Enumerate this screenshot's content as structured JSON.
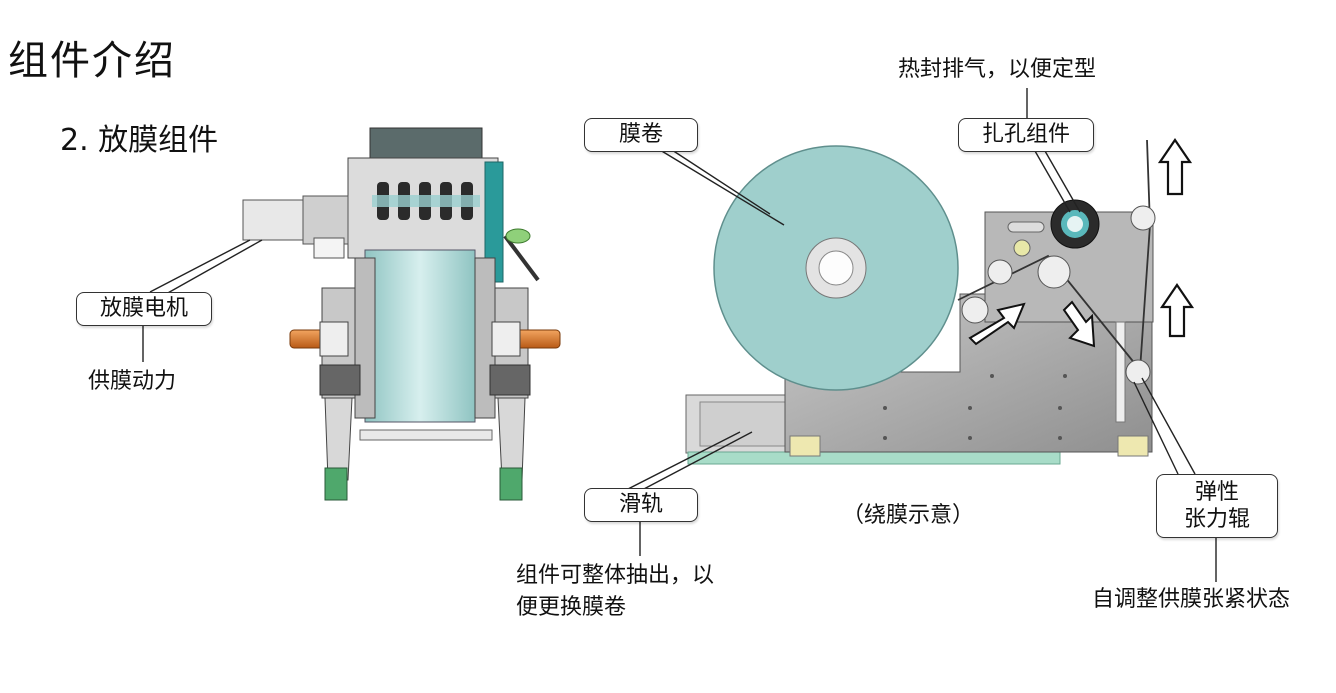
{
  "page": {
    "title": "组件介绍",
    "subtitle": "2. 放膜组件"
  },
  "left_figure": {
    "motor_label": "放膜电机",
    "motor_note": "供膜动力"
  },
  "right_figure": {
    "film_roll_label": "膜卷",
    "punch_label": "扎孔组件",
    "punch_note": "热封排气，以便定型",
    "rail_label": "滑轨",
    "rail_note_line1": "组件可整体抽出，以",
    "rail_note_line2": "便更换膜卷",
    "caption": "（绕膜示意）",
    "roller_label_line1": "弹性",
    "roller_label_line2": "张力辊",
    "roller_note": "自调整供膜张紧状态"
  },
  "colors": {
    "film_roll": "#9fcfcc",
    "machine_gray": "#a9a9a9",
    "shaft_orange": "#e07a2e",
    "teal_part": "#2a9a9a",
    "rail_green": "#a8dcc8"
  }
}
